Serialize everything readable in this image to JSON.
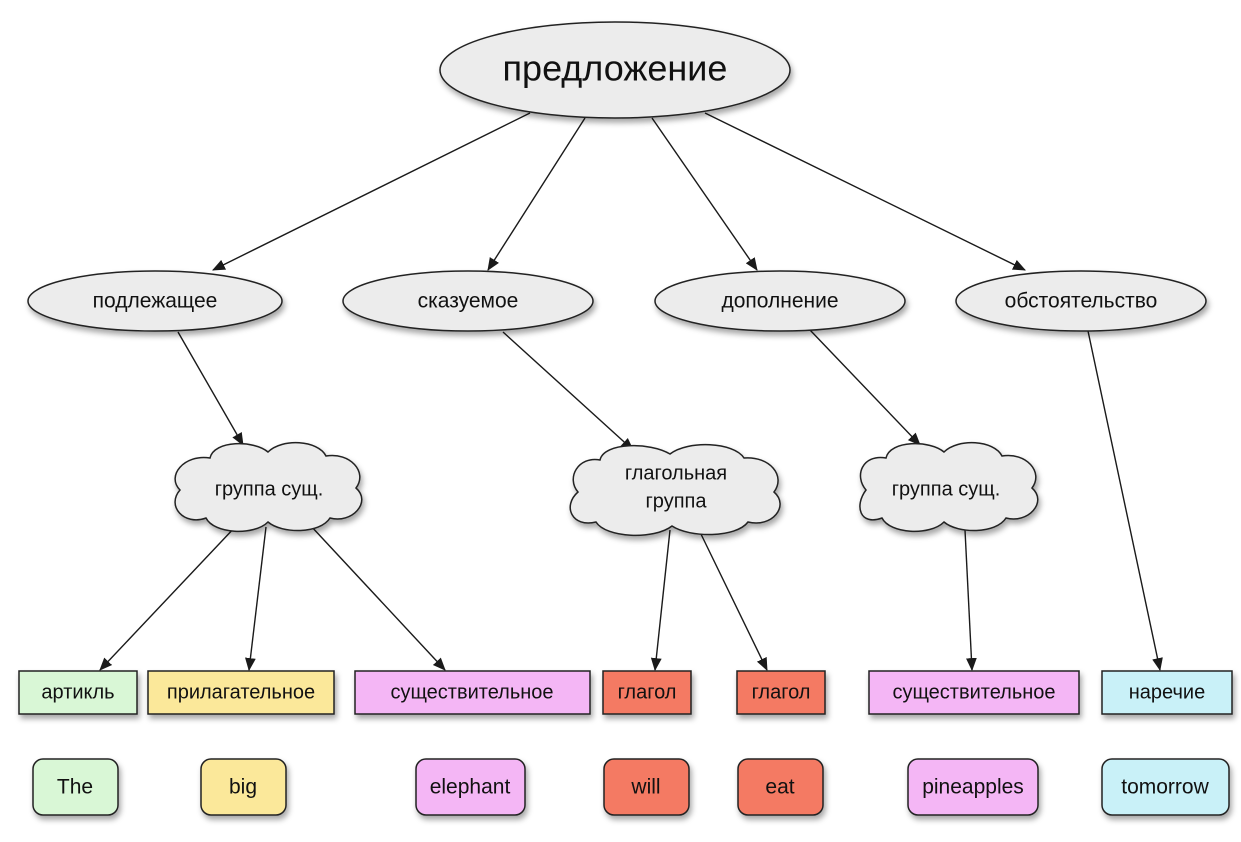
{
  "root": "предложение",
  "constituents": {
    "subject": "подлежащее",
    "predicate": "сказуемое",
    "object": "дополнение",
    "adverbial": "обстоятельство"
  },
  "groups": {
    "subject_np": "группа сущ.",
    "verb_group_line1": "глагольная",
    "verb_group_line2": "группа",
    "object_np": "группа сущ."
  },
  "parts_of_speech": {
    "article": "артикль",
    "adjective": "прилагательное",
    "noun1": "существительное",
    "verb1": "глагол",
    "verb2": "глагол",
    "noun2": "существительное",
    "adverb": "наречие"
  },
  "words": {
    "the": "The",
    "big": "big",
    "elephant": "elephant",
    "will": "will",
    "eat": "eat",
    "pineapples": "pineapples",
    "tomorrow": "tomorrow"
  },
  "colors": {
    "node_fill": "#ececec",
    "article": "#d9f7d6",
    "adjective": "#fbe89a",
    "noun": "#f4b6f5",
    "verb": "#f47a64",
    "adverb": "#c9f1f8"
  }
}
